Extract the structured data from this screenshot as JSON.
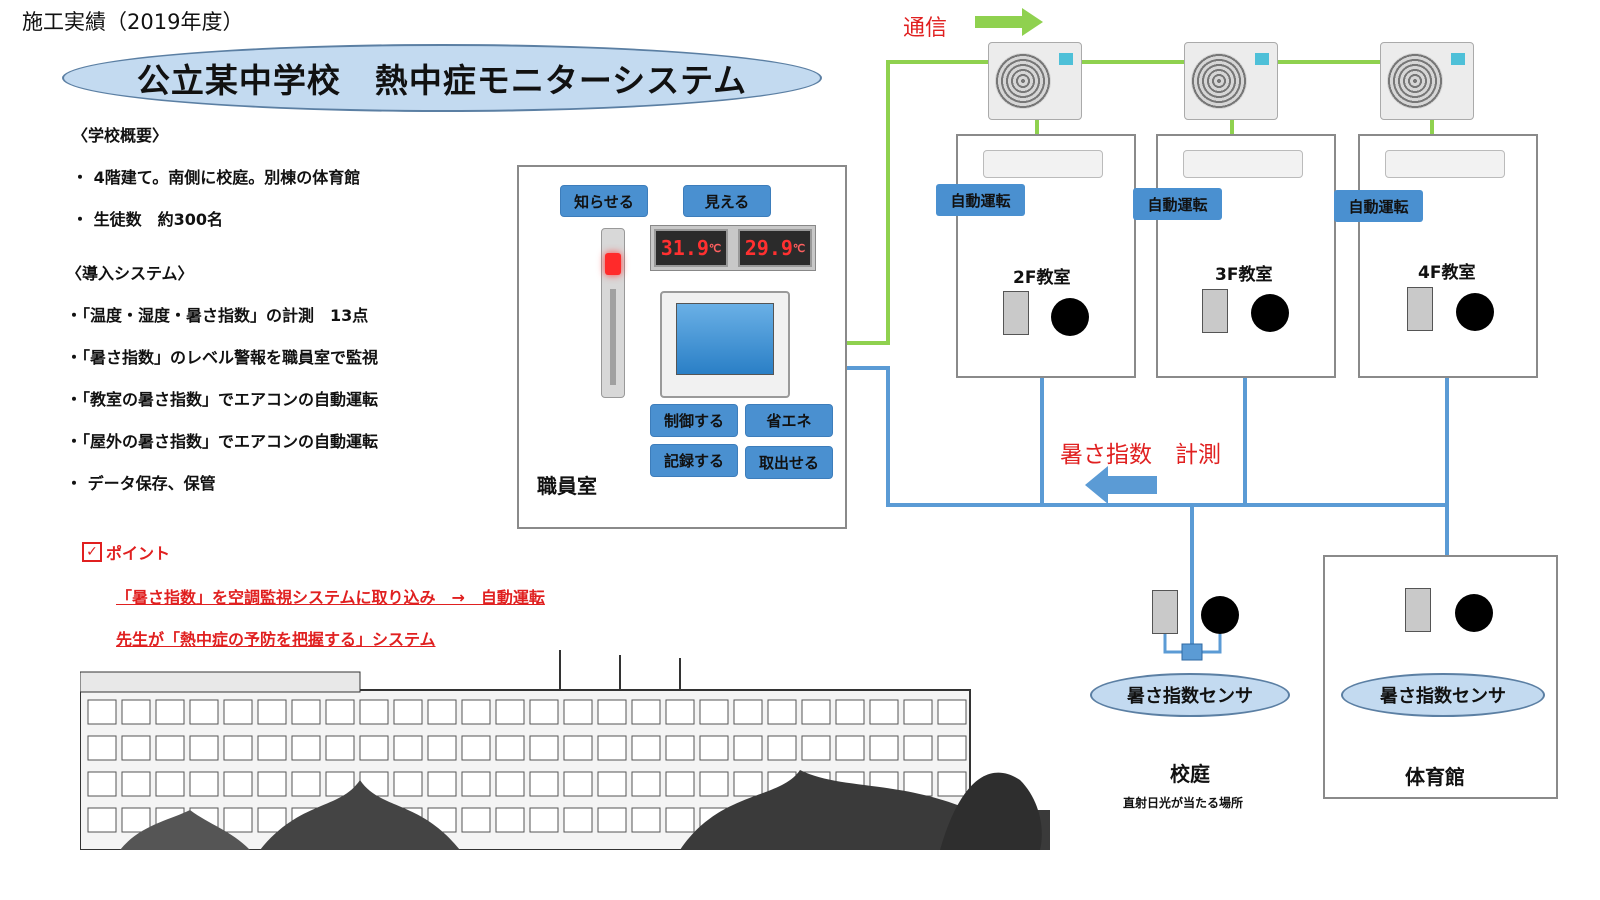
{
  "caption": "施工実績（2019年度）",
  "title": "公立某中学校　熱中症モニターシステム",
  "overview": {
    "heading": "〈学校概要〉",
    "items": [
      "・ 4階建て。南側に校庭。別棟の体育館",
      "・ 生徒数　約300名"
    ]
  },
  "system": {
    "heading": "〈導入システム〉",
    "items": [
      "・「温度・湿度・暑さ指数」の計測　13点",
      "・「暑さ指数」のレベル警報を職員室で監視",
      "・「教室の暑さ指数」でエアコンの自動運転",
      "・「屋外の暑さ指数」でエアコンの自動運転",
      "・ データ保存、保管"
    ]
  },
  "point": {
    "label": "ポイント",
    "line1": "「暑さ指数」を空調監視システムに取り込み　→　自動運転",
    "line2": "先生が「熱中症の予防を把握する」システム"
  },
  "staff_room": {
    "label": "職員室",
    "buttons": {
      "notify": "知らせる",
      "view": "見える",
      "control": "制御する",
      "save_energy": "省エネ",
      "record": "記録する",
      "retrieve": "取出せる"
    },
    "display_temp_1": "31.9",
    "display_temp_2": "29.9",
    "temp_unit": "℃"
  },
  "communication_label": "通信",
  "measurement_label": "暑さ指数　計測",
  "classrooms": [
    {
      "name": "2F教室",
      "tag": "自動運転"
    },
    {
      "name": "3F教室",
      "tag": "自動運転"
    },
    {
      "name": "4F教室",
      "tag": "自動運転"
    }
  ],
  "outdoor_sensors": [
    {
      "label": "暑さ指数センサ",
      "location": "校庭",
      "note": "直射日光が当たる場所"
    },
    {
      "label": "暑さ指数センサ",
      "location": "体育館"
    }
  ],
  "colors": {
    "green_line": "#8fd14f",
    "blue_line": "#5b9bd5",
    "button_blue": "#4a90d0",
    "oval_fill": "#c3daf0",
    "alert_red": "#e02020"
  }
}
